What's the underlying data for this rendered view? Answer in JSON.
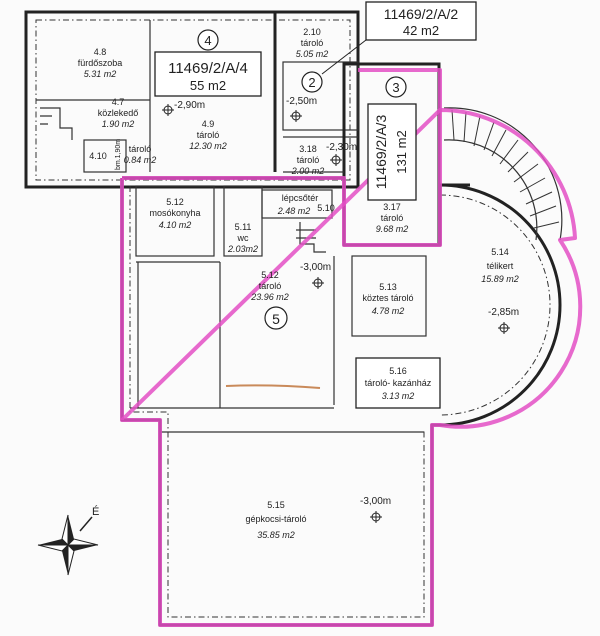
{
  "parcels": {
    "p2": {
      "label": "11469/2/A/2",
      "area": "42 m2",
      "num": "2"
    },
    "p3": {
      "label": "11469/2/A/3",
      "area": "131 m2",
      "num": "3"
    },
    "p4": {
      "label": "11469/2/A/4",
      "area": "55 m2",
      "num": "4"
    },
    "p5": {
      "num": "5"
    }
  },
  "rooms": {
    "r48": {
      "id": "4.8",
      "name": "fürdőszoba",
      "area": "5.31 m2"
    },
    "r47": {
      "id": "4.7",
      "name": "közlekedő",
      "area": "1.90 m2"
    },
    "r49": {
      "id": "4.9",
      "name": "tároló",
      "area": "12.30 m2"
    },
    "r410": {
      "id": "4.10",
      "name": "tároló",
      "area": "0.84 m2"
    },
    "r210": {
      "id": "2.10",
      "name": "tároló",
      "area": "5.05 m2"
    },
    "r318": {
      "id": "3.18",
      "name": "tároló",
      "area": "2.00 m2"
    },
    "r317": {
      "id": "3.17",
      "name": "tároló",
      "area": "9.68 m2"
    },
    "r512a": {
      "id": "5.12",
      "name": "mosókonyha",
      "area": "4.10 m2"
    },
    "r511": {
      "id": "5.11",
      "name": "wc",
      "area": "2.03m2"
    },
    "r510": {
      "id": "5.10",
      "name": "lépcsőtér",
      "area": "2.48 m2"
    },
    "r512b": {
      "id": "5.12",
      "name": "tároló",
      "area": "23.96 m2"
    },
    "r513": {
      "id": "5.13",
      "name": "köztes tároló",
      "area": "4.78 m2"
    },
    "r514": {
      "id": "5.14",
      "name": "télikert",
      "area": "15.89 m2"
    },
    "r516": {
      "id": "5.16",
      "name": "tároló- kazánház",
      "area": "3.13 m2"
    },
    "r515": {
      "id": "5.15",
      "name": "gépkocsi-tároló",
      "area": "35.85 m2"
    }
  },
  "levels": {
    "l1": "-2,90m",
    "l2": "-2,50m",
    "l3": "-2,30m",
    "l4": "-3,00m",
    "l5": "-2,85m",
    "l6": "-3,00m"
  },
  "notes": {
    "bm": "bm.1,90m",
    "compass": "É"
  },
  "colors": {
    "boundary": "#e34fc4",
    "line": "#222222"
  }
}
